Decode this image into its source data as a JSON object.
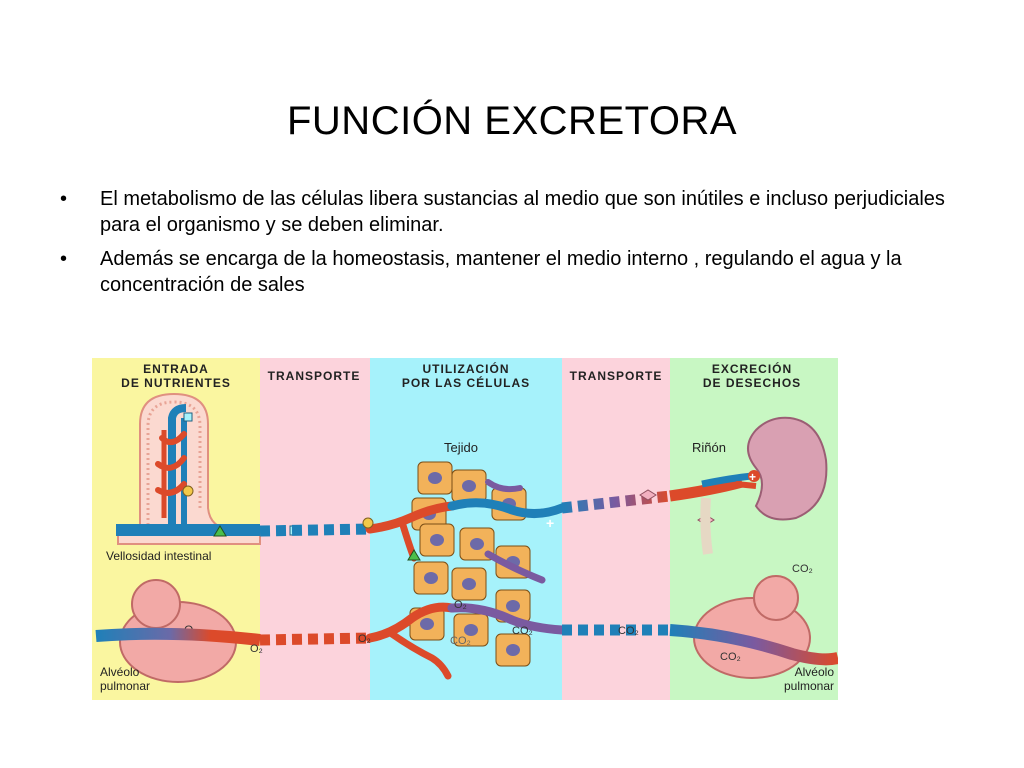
{
  "slide": {
    "title": "FUNCIÓN EXCRETORA",
    "bullets": [
      "El metabolismo de las células libera sustancias al medio que son inútiles  e incluso perjudiciales para el organismo y se deben eliminar.",
      "Además se encarga de la homeostasis, mantener el medio interno , regulando el agua y la concentración de sales"
    ]
  },
  "diagram": {
    "sections": {
      "entrada": [
        "ENTRADA",
        "DE NUTRIENTES"
      ],
      "transporte_1": "TRANSPORTE",
      "utilizacion": [
        "UTILIZACIÓN",
        "POR LAS CÉLULAS"
      ],
      "transporte_2": "TRANSPORTE",
      "excrecion": [
        "EXCRECIÓN",
        "DE DESECHOS"
      ]
    },
    "labels": {
      "vellosidad": "Vellosidad intestinal",
      "tejido": "Tejido",
      "rinon": "Riñón",
      "alveolo_left": [
        "Alvéolo",
        "pulmonar"
      ],
      "alveolo_right": [
        "Alvéolo",
        "pulmonar"
      ],
      "o2_alveolus": "O₂",
      "o2_vessel": "O₂",
      "o2_tissue_1": "O₂",
      "o2_tissue_2": "O₂",
      "co2_tissue_1": "CO₂",
      "co2_tissue_2": "CO₂",
      "co2_vessel": "CO₂",
      "co2_right_alveolus": "CO₂",
      "co2_exhale": "CO₂"
    },
    "colors": {
      "yellow_panel": "#faf6a0",
      "pink_panel": "#fcd3dc",
      "cyan_panel": "#a6f2fb",
      "green_panel": "#c8f7c3",
      "artery_red": "#dc4a2a",
      "vein_blue": "#1f80b8",
      "cell_fill": "#f2b25a",
      "nucleus": "#6d6aa8",
      "organ_pink": "#f2a9a6",
      "kidney": "#d9a0b2"
    }
  }
}
